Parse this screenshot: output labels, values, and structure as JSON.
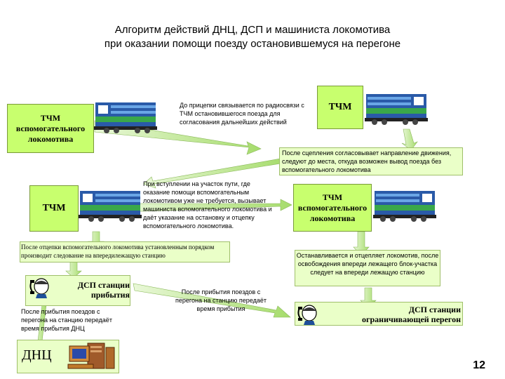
{
  "title": {
    "line1": "Алгоритм действий ДНЦ, ДСП и машиниста локомотива",
    "line2": "при оказании помощи поезду остановившемуся на перегоне"
  },
  "nodes": {
    "tchm_aux_top": "ТЧМ вспомогательного локомотива",
    "tchm_top_right": "ТЧМ",
    "tchm_mid_left": "ТЧМ",
    "tchm_aux_right": "ТЧМ вспомогательного локомотива",
    "dsp_arrival": "ДСП станции прибытия",
    "dsp_limiting": "ДСП станции ограничивающей перегон",
    "dnc": "ДНЦ"
  },
  "messages": {
    "before_coupling": "До прицепки связывается по радиосвязи с ТЧМ остановившегося поезда для согласования дальнейших действий",
    "after_coupling": "После сцепления согласовывает направление движения, следуют до места, откуда возможен вывод поезда без вспомогательного локомотива",
    "on_entering": "При вступлении на участок пути, где оказание помощи вспомогательным локомотивом уже не требуется, вызывает машиниста вспомогательного локомотива и даёт указание на остановку и отцепку вспомогательного локомотива.",
    "after_uncoupling": "После отцепки вспомогательного локомотива установленным порядком производит следование на впередилежащую станцию",
    "stops_uncouples": "Останавливается и отцепляет локомотив, после освобождения впереди лежащего блок-участка следует на впереди лежащую станцию",
    "after_arrival_center": "После прибытия поездов с перегона на станцию передаёт время прибытия",
    "after_arrival_left": "После прибытия поездов с перегона на станцию передаёт время прибытия ДНЦ"
  },
  "page_number": "12",
  "colors": {
    "box_green": "#c8ff6e",
    "arrow_green": "#b8e986",
    "loco_blue": "#2a5aa8",
    "loco_green": "#3aa84a"
  }
}
